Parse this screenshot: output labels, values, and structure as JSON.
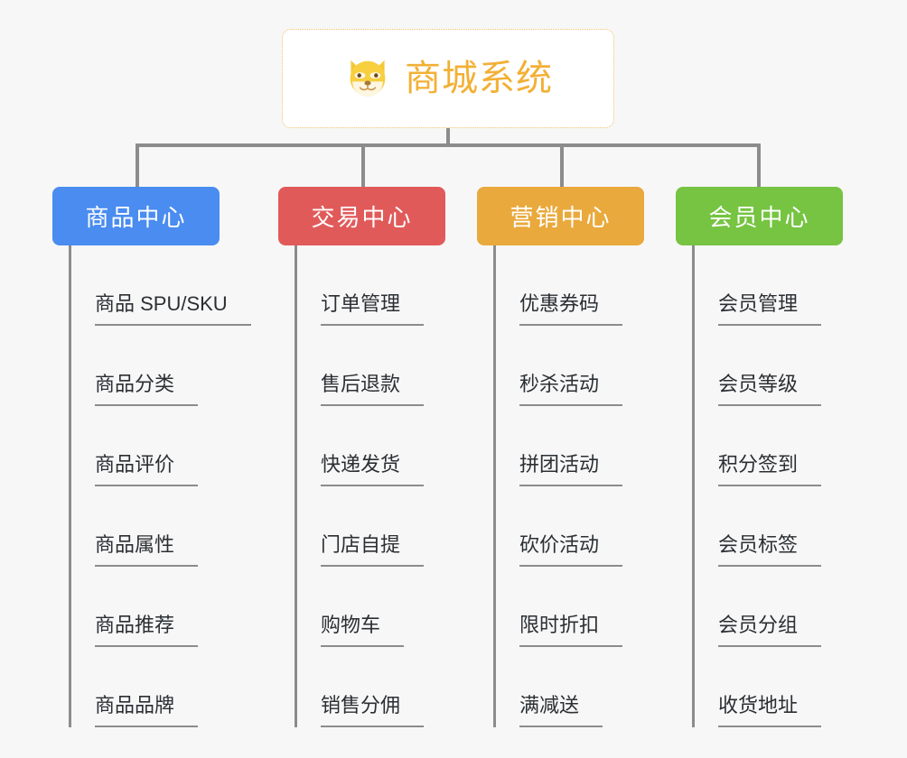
{
  "background_color": "#f7f7f7",
  "root": {
    "title": "商城系统",
    "icon": "shiba-dog-face-icon",
    "text_color": "#f2b035",
    "border_color": "#f0c070",
    "fill_color": "#ffffff"
  },
  "connector_color": "#8c8c8c",
  "columns": [
    {
      "header": "商品中心",
      "color": "#4a8cf0",
      "items": [
        "商品 SPU/SKU",
        "商品分类",
        "商品评价",
        "商品属性",
        "商品推荐",
        "商品品牌"
      ]
    },
    {
      "header": "交易中心",
      "color": "#e15a5a",
      "items": [
        "订单管理",
        "售后退款",
        "快递发货",
        "门店自提",
        "购物车",
        "销售分佣"
      ]
    },
    {
      "header": "营销中心",
      "color": "#e9a93c",
      "items": [
        "优惠券码",
        "秒杀活动",
        "拼团活动",
        "砍价活动",
        "限时折扣",
        "满减送"
      ]
    },
    {
      "header": "会员中心",
      "color": "#76c442",
      "items": [
        "会员管理",
        "会员等级",
        "积分签到",
        "会员标签",
        "会员分组",
        "收货地址"
      ]
    }
  ]
}
